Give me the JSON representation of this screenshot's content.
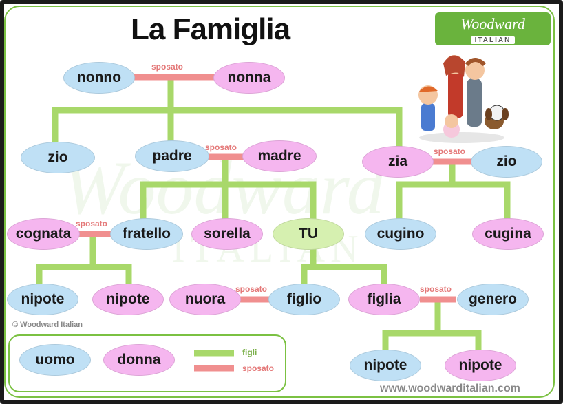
{
  "title": "La Famiglia",
  "logo": {
    "brand": "Woodward",
    "sub": "ITALIAN"
  },
  "watermark": {
    "brand": "Woodward",
    "sub": "ITALIAN"
  },
  "copyright": "© Woodward Italian",
  "website": "www.woodwarditalian.com",
  "colors": {
    "male": "#bfe0f5",
    "female": "#f5b6ef",
    "you": "#d6f0b0",
    "figli_line": "#a8d86a",
    "sposato_line": "#f08f8f",
    "border": "#7bc142"
  },
  "nodes": {
    "nonno": "nonno",
    "nonna": "nonna",
    "zio_left": "zio",
    "padre": "padre",
    "madre": "madre",
    "zia": "zia",
    "zio_right": "zio",
    "cognata": "cognata",
    "fratello": "fratello",
    "sorella": "sorella",
    "tu": "TU",
    "cugino": "cugino",
    "cugina": "cugina",
    "nipote_1": "nipote",
    "nipote_2": "nipote",
    "nuora": "nuora",
    "figlio": "figlio",
    "figlia": "figlia",
    "genero": "genero",
    "nipote_3": "nipote",
    "nipote_4": "nipote"
  },
  "sposato_labels": [
    "sposato",
    "sposato",
    "sposato",
    "sposato",
    "sposato",
    "sposato"
  ],
  "legend": {
    "uomo": "uomo",
    "donna": "donna",
    "figli": "figli",
    "sposato": "sposato"
  },
  "illustration": "cartoon-family-illustration"
}
